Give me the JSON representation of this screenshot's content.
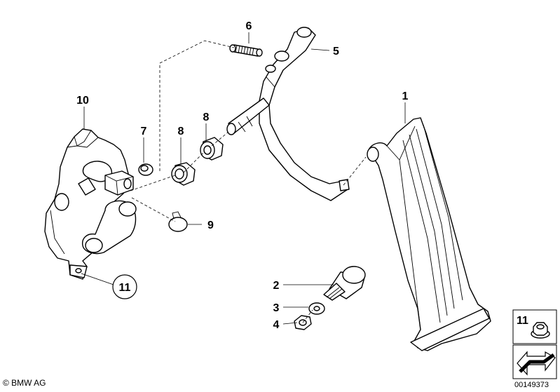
{
  "callouts": {
    "p1": "1",
    "p2": "2",
    "p3": "3",
    "p4": "4",
    "p5": "5",
    "p6": "6",
    "p7": "7",
    "p8a": "8",
    "p8b": "8",
    "p9": "9",
    "p10": "10",
    "p11": "11"
  },
  "legend_box": {
    "label": "11"
  },
  "footer": {
    "copyright": "© BMW AG",
    "diagram_id": "00149373"
  }
}
